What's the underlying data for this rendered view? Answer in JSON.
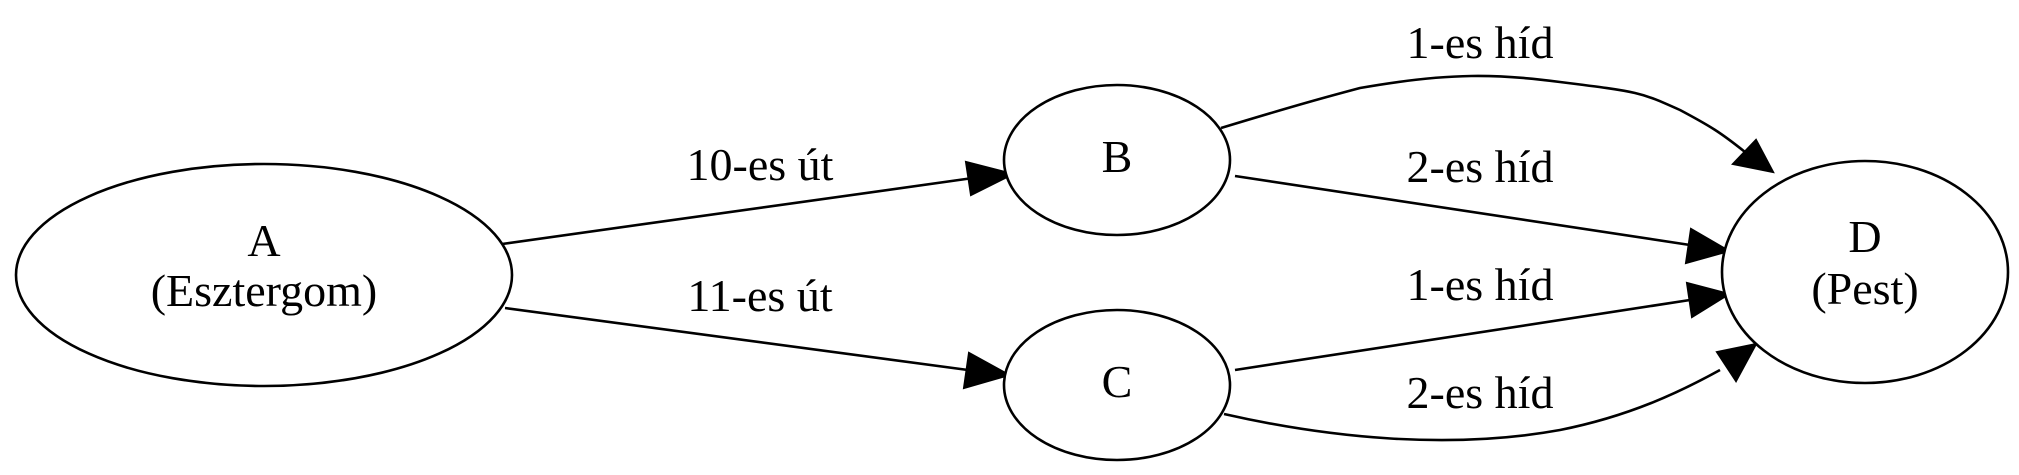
{
  "diagram": {
    "nodes": {
      "A": {
        "line1": "A",
        "line2": "(Esztergom)"
      },
      "B": {
        "line1": "B"
      },
      "C": {
        "line1": "C"
      },
      "D": {
        "line1": "D",
        "line2": "(Pest)"
      }
    },
    "edges": [
      {
        "from": "A",
        "to": "B",
        "label": "10-es út"
      },
      {
        "from": "A",
        "to": "C",
        "label": "11-es út"
      },
      {
        "from": "B",
        "to": "D",
        "label": "1-es híd"
      },
      {
        "from": "B",
        "to": "D",
        "label": "2-es híd"
      },
      {
        "from": "C",
        "to": "D",
        "label": "1-es híd"
      },
      {
        "from": "C",
        "to": "D",
        "label": "2-es híd"
      }
    ]
  }
}
